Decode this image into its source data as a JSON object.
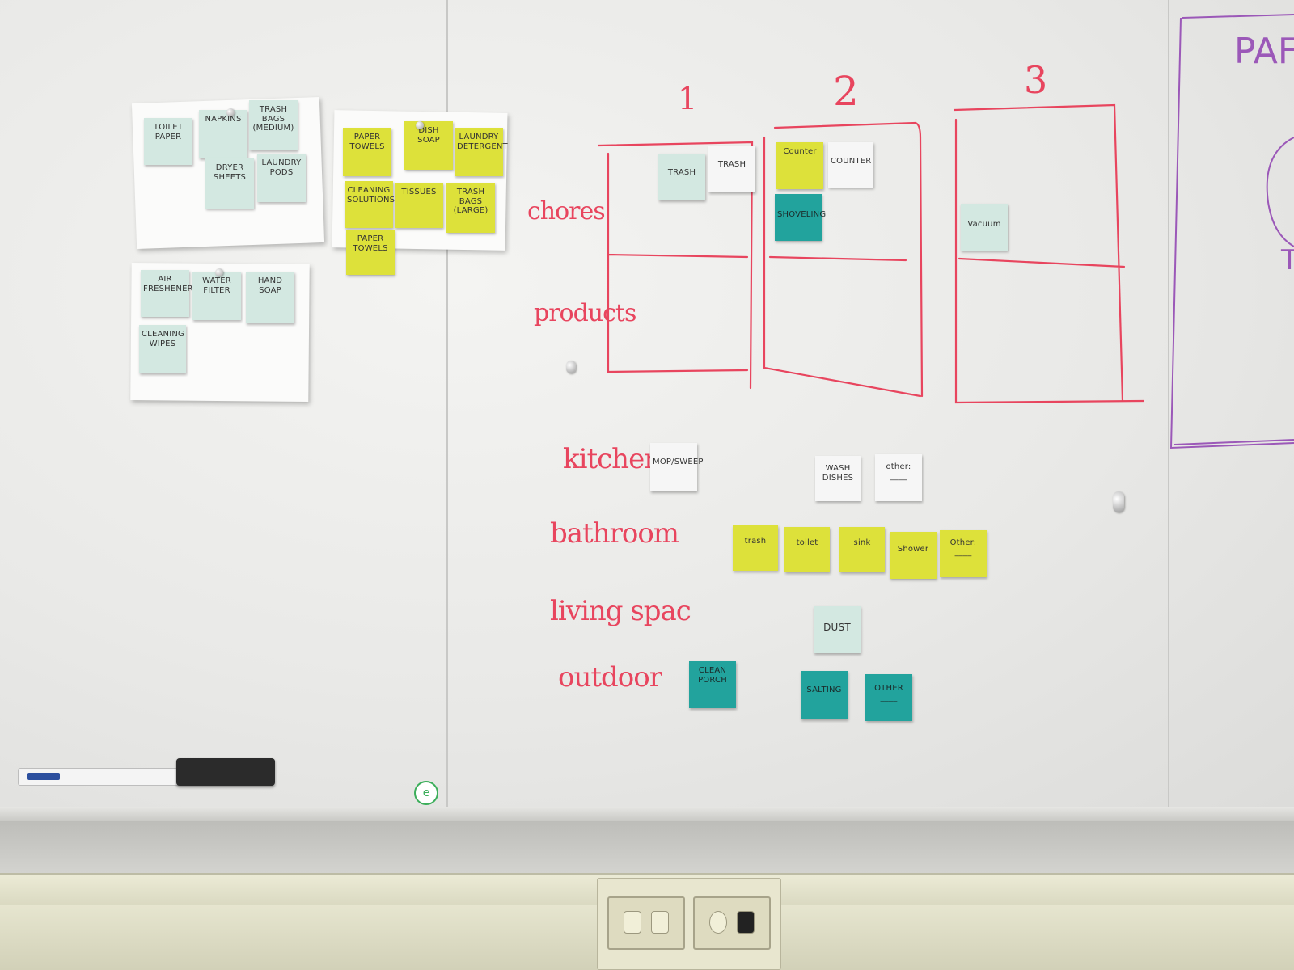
{
  "colors": {
    "marker_red": "#e8455e",
    "marker_purple": "#9b58b8",
    "note_mint": "#d3e8e1",
    "note_yellow": "#dde13a",
    "note_teal": "#22a39d",
    "note_white": "#f6f6f6"
  },
  "board": {
    "purple_heading": "PAF",
    "purple_fragment": "T",
    "columns": [
      "1",
      "2",
      "3"
    ],
    "row_labels": [
      "chores",
      "products"
    ],
    "category_labels": [
      "kitchen",
      "bathroom",
      "living spac",
      "outdoor"
    ]
  },
  "paper_notes": {
    "sheet1": [
      "TOILET PAPER",
      "NAPKINS",
      "TRASH BAGS (MEDIUM)",
      "DRYER SHEETS",
      "LAUNDRY PODS"
    ],
    "sheet2": [
      "PAPER TOWELS",
      "DISH SOAP",
      "LAUNDRY DETERGENT",
      "CLEANING SOLUTIONS",
      "TISSUES",
      "TRASH BAGS (LARGE)",
      "PAPER TOWELS"
    ],
    "sheet3": [
      "AIR FRESHENER",
      "WATER FILTER",
      "HAND SOAP",
      "CLEANING WIPES"
    ]
  },
  "grid_notes": {
    "col1": [
      "TRASH",
      "TRASH"
    ],
    "col2": [
      "Counter",
      "COUNTER",
      "SHOVELING"
    ],
    "col3": [
      "Vacuum"
    ]
  },
  "category_notes": {
    "kitchen": [
      "MOP/SWEEP",
      "WASH DISHES",
      "other: ____"
    ],
    "bathroom": [
      "trash",
      "toilet",
      "sink",
      "Shower",
      "Other: ____"
    ],
    "living": [
      "DUST"
    ],
    "outdoor": [
      "CLEAN PORCH",
      "SALTING",
      "OTHER ____"
    ]
  },
  "logo_text": "e"
}
